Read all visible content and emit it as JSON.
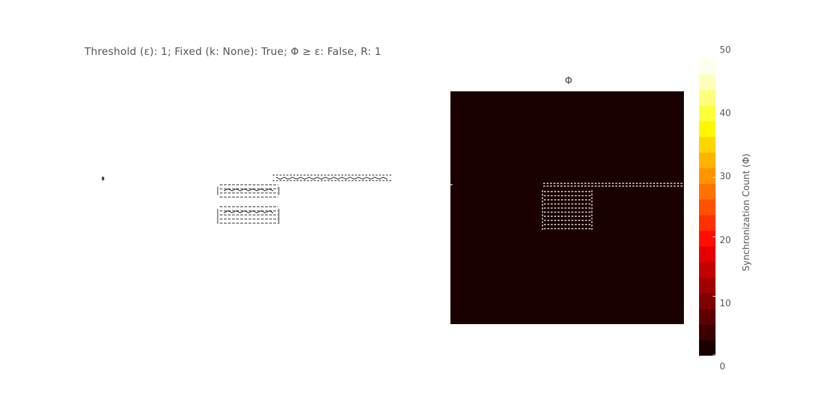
{
  "chart_data": {
    "type": "heatmap",
    "title": "Threshold (ε): 1; Fixed (k: None): True; Φ ≥ ε: False, R: 1",
    "panels": [
      {
        "name": "",
        "type": "diagram"
      },
      {
        "name": "Φ",
        "type": "heatmap",
        "background_value": 0
      }
    ],
    "colorbar": {
      "label": "Synchronization Count (Φ)",
      "range": [
        0,
        50
      ],
      "ticks": [
        "0",
        "10",
        "20",
        "30",
        "40",
        "50"
      ],
      "colormap": "hot",
      "colors": [
        "#1a0000",
        "#3d0000",
        "#5e0000",
        "#800000",
        "#a10000",
        "#c30000",
        "#e40000",
        "#ff0e00",
        "#ff3000",
        "#ff5100",
        "#ff7200",
        "#ff9400",
        "#ffb500",
        "#ffd600",
        "#fff800",
        "#ffff3a",
        "#ffff7c",
        "#ffffbd",
        "#ffffee"
      ]
    }
  }
}
